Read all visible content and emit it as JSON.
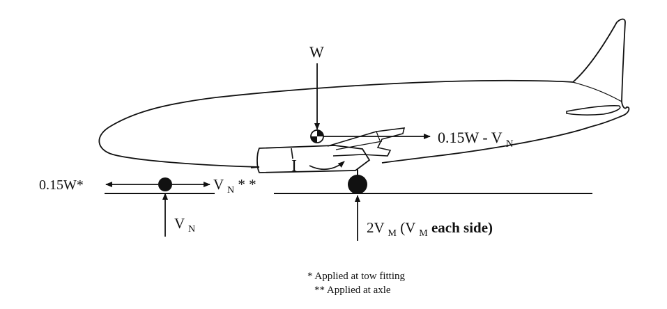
{
  "labels": {
    "weight": "W",
    "horizontal_main": "0.15W - V",
    "horizontal_main_sub": "N",
    "moment": "I",
    "tow_force": "0.15W*",
    "nose_drag": "V",
    "nose_drag_sub": "N",
    "nose_drag_suffix": "* *",
    "nose_vertical": "V",
    "nose_vertical_sub": "N",
    "main_vertical_a": "2V",
    "main_vertical_a_sub": "M",
    "main_vertical_b": " (V",
    "main_vertical_b_sub": "M",
    "main_vertical_c": " each side)"
  },
  "notes": {
    "tow_fitting": "* Applied at tow fitting",
    "axle": "** Applied at axle"
  }
}
